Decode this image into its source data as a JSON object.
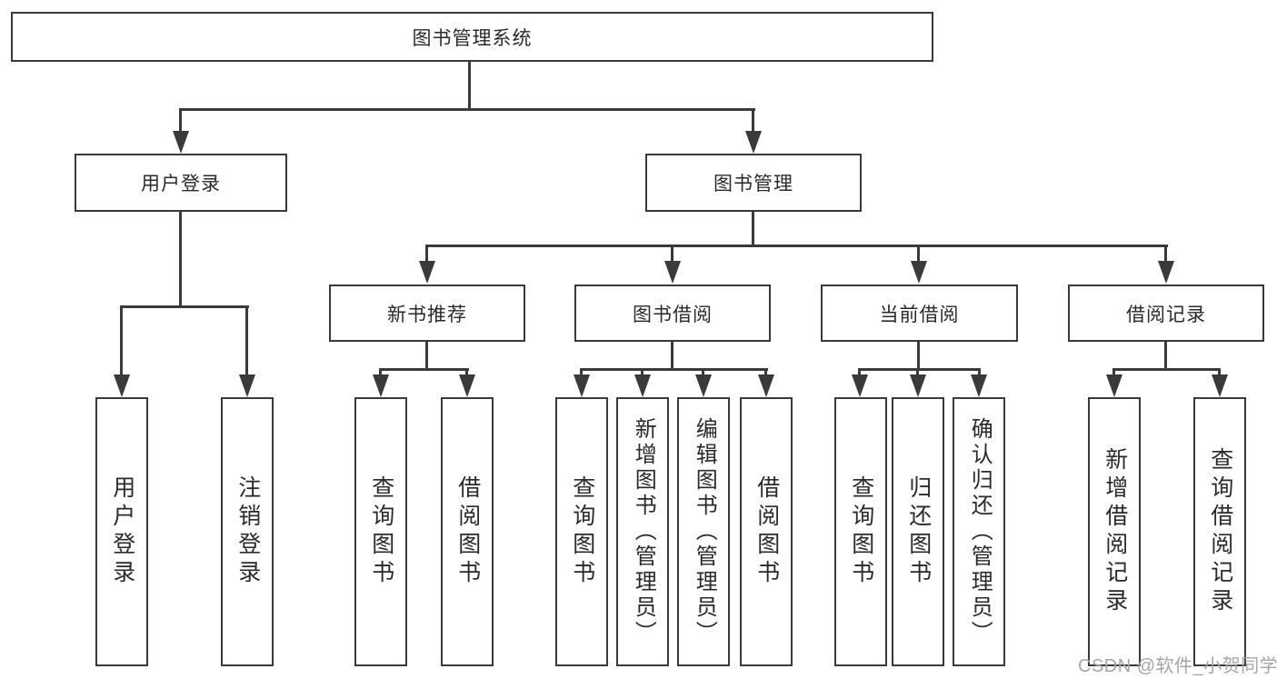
{
  "tree": {
    "root": {
      "label": "图书管理系统"
    },
    "login": {
      "label": "用户登录",
      "children": [
        {
          "label": "用户登录"
        },
        {
          "label": "注销登录"
        }
      ]
    },
    "management": {
      "label": "图书管理",
      "sections": [
        {
          "label": "新书推荐",
          "children": [
            {
              "label": "查询图书"
            },
            {
              "label": "借阅图书"
            }
          ]
        },
        {
          "label": "图书借阅",
          "children": [
            {
              "label": "查询图书"
            },
            {
              "label": "新增图书（管理员）"
            },
            {
              "label": "编辑图书（管理员）"
            },
            {
              "label": "借阅图书"
            }
          ]
        },
        {
          "label": "当前借阅",
          "children": [
            {
              "label": "查询图书"
            },
            {
              "label": "归还图书"
            },
            {
              "label": "确认归还（管理员）"
            }
          ]
        },
        {
          "label": "借阅记录",
          "children": [
            {
              "label": "新增借阅记录"
            },
            {
              "label": "查询借阅记录"
            }
          ]
        }
      ]
    }
  },
  "watermark": "CSDN @软件_小贺同学",
  "colors": {
    "background": "#ffffff",
    "line": "#3a3a3c",
    "box_border": "#3a3a3c",
    "text": "#2a2a2a",
    "watermark": "#a2a6aa"
  }
}
